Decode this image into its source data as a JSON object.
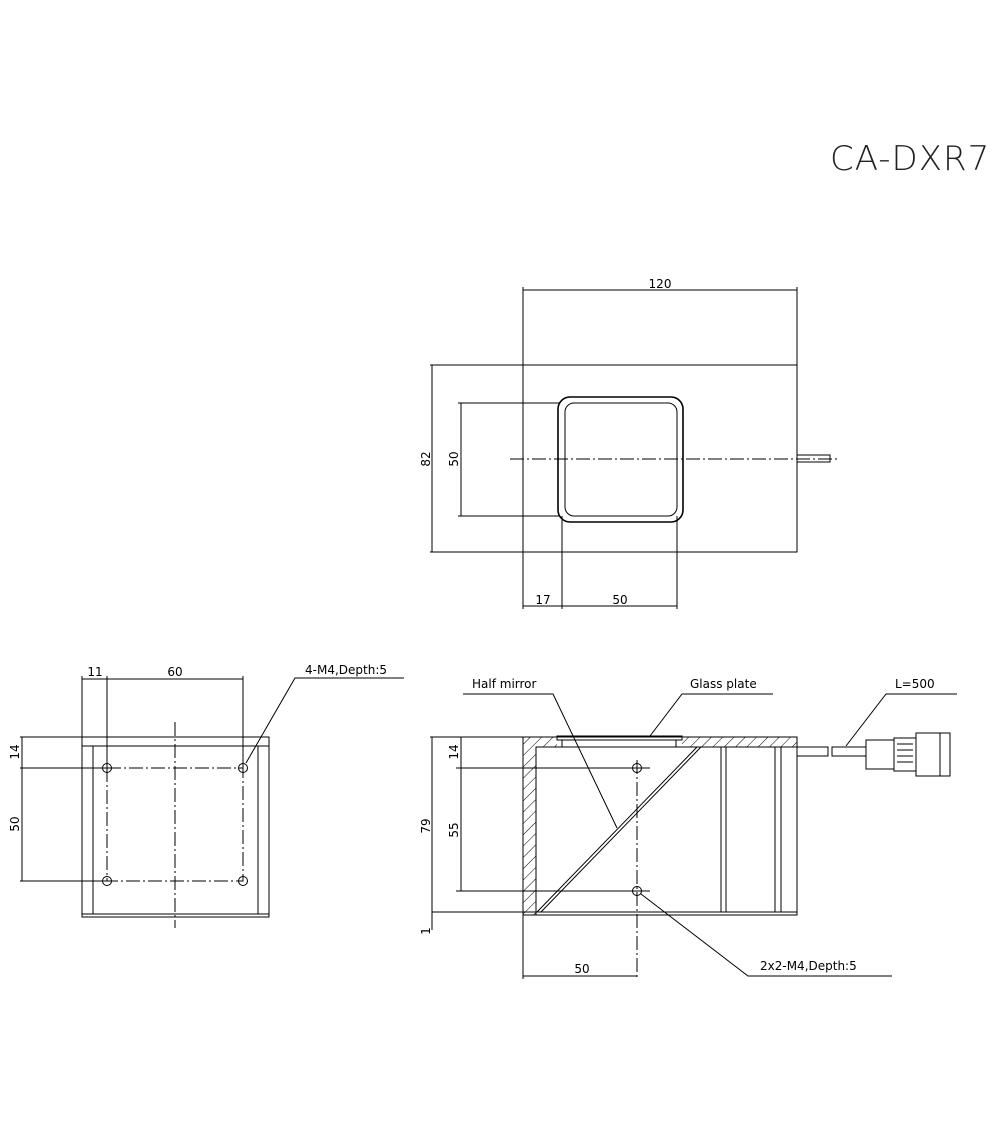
{
  "title": "CA-DXR7",
  "top_view": {
    "dims": {
      "length": "120",
      "height": "82",
      "window_height": "50",
      "offset": "17",
      "window_width": "50"
    }
  },
  "front_view": {
    "dims": {
      "offset": "11",
      "hole_pitch_x": "60",
      "top_offset": "14",
      "hole_pitch_y": "50"
    },
    "callout": "4-M4,Depth:5"
  },
  "side_view": {
    "dims": {
      "height": "79",
      "top_offset": "14",
      "hole_pitch_y": "55",
      "base": "1",
      "hole_offset_x": "50"
    },
    "callouts": {
      "half_mirror": "Half mirror",
      "glass_plate": "Glass plate",
      "cable_length": "L=500",
      "holes": "2x2-M4,Depth:5"
    }
  }
}
